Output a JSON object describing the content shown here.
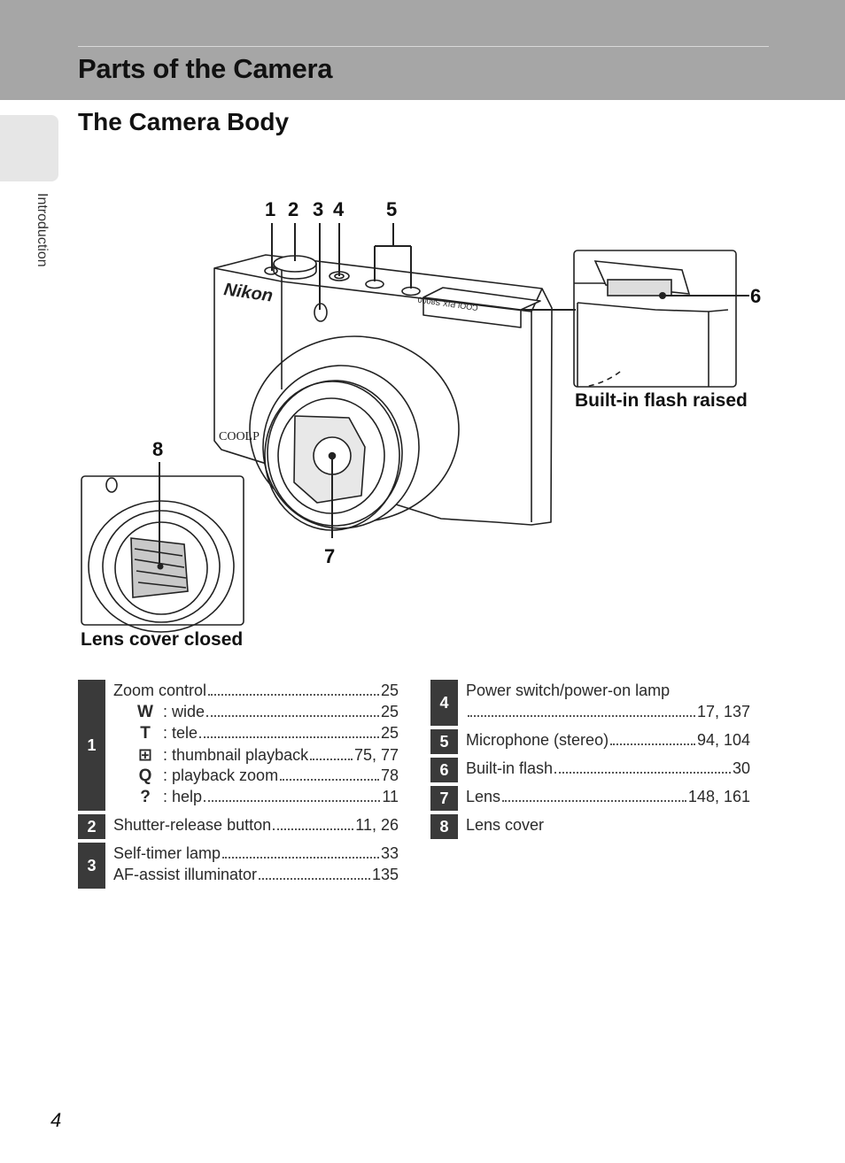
{
  "header": {
    "title": "Parts of the Camera",
    "side_tab": "Introduction"
  },
  "section": {
    "title": "The Camera Body"
  },
  "diagram": {
    "callouts": [
      "1",
      "2",
      "3",
      "4",
      "5",
      "6",
      "7",
      "8"
    ],
    "captions": {
      "flash": "Built-in flash raised",
      "lens_cover": "Lens cover closed"
    },
    "camera_brand": "Nikon",
    "camera_model": "COOLPIX S8000",
    "camera_series": "COOLP"
  },
  "parts_left": [
    {
      "num": "1",
      "entries": [
        {
          "label": "Zoom control",
          "pages": "25"
        },
        {
          "icon": "W",
          "icon_name": "wide-icon",
          "label": ": wide",
          "pages": "25"
        },
        {
          "icon": "T",
          "icon_name": "tele-icon",
          "label": ": tele",
          "pages": "25"
        },
        {
          "icon": "⊞",
          "icon_name": "thumbnail-playback-icon",
          "label": ": thumbnail playback",
          "pages": "75, 77"
        },
        {
          "icon": "Q",
          "icon_name": "playback-zoom-icon",
          "label": ": playback zoom",
          "pages": "78"
        },
        {
          "icon": "?",
          "icon_name": "help-icon",
          "label": ": help",
          "pages": "11"
        }
      ]
    },
    {
      "num": "2",
      "entries": [
        {
          "label": "Shutter-release button",
          "pages": "11, 26"
        }
      ]
    },
    {
      "num": "3",
      "entries": [
        {
          "label": "Self-timer lamp",
          "pages": "33"
        },
        {
          "label": "AF-assist illuminator",
          "pages": "135"
        }
      ]
    }
  ],
  "parts_right": [
    {
      "num": "4",
      "entries": [
        {
          "label": "Power switch/power-on lamp",
          "pages": ""
        },
        {
          "label": "",
          "pages": "17, 137"
        }
      ]
    },
    {
      "num": "5",
      "entries": [
        {
          "label": "Microphone (stereo)",
          "pages": "94, 104"
        }
      ]
    },
    {
      "num": "6",
      "entries": [
        {
          "label": "Built-in flash",
          "pages": "30"
        }
      ]
    },
    {
      "num": "7",
      "entries": [
        {
          "label": "Lens",
          "pages": "148, 161"
        }
      ]
    },
    {
      "num": "8",
      "entries": [
        {
          "label": "Lens cover",
          "pages": ""
        }
      ]
    }
  ],
  "page_number": "4"
}
